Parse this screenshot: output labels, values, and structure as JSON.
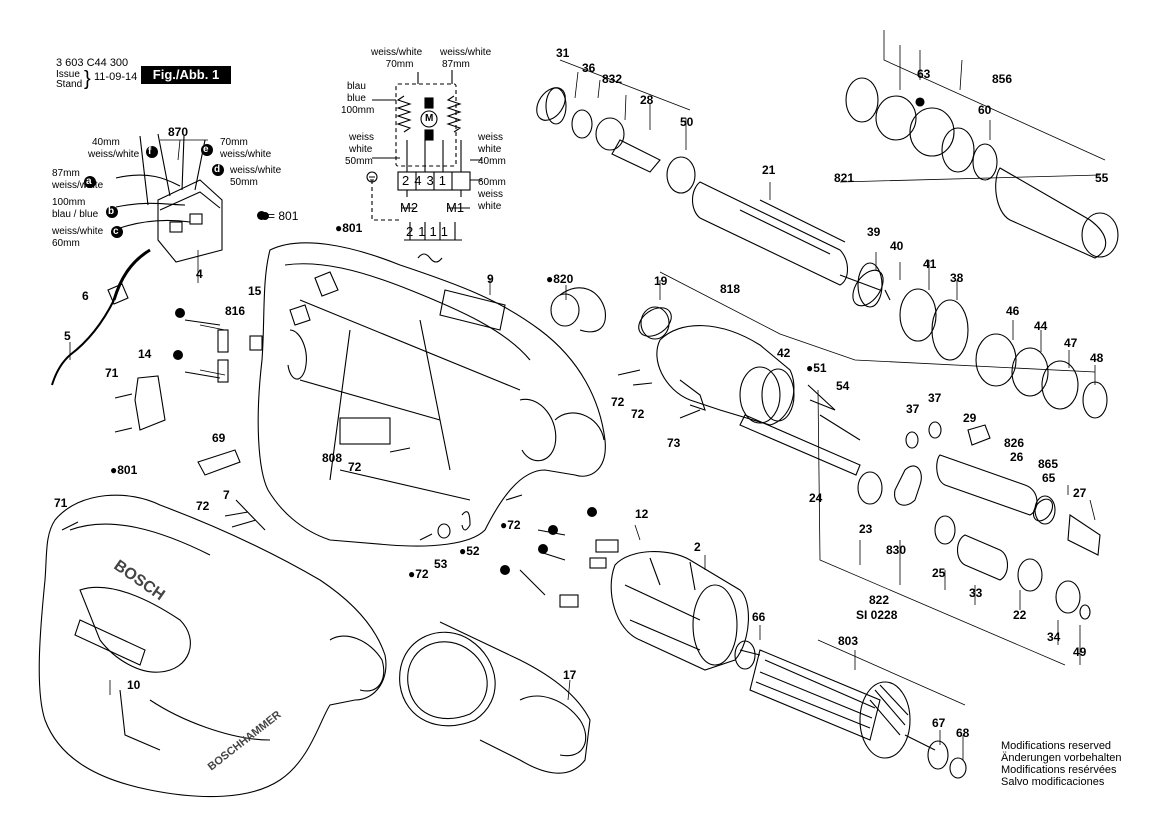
{
  "header": {
    "part_number": "3 603 C44 300",
    "issue_label": "Issue",
    "stand_label": "Stand",
    "date": "11-09-14",
    "figure": "Fig./Abb. 1"
  },
  "legend": {
    "dot_label": "= 801"
  },
  "wiring": {
    "top_left": [
      "weiss/white",
      "70mm"
    ],
    "top_right": [
      "weiss/white",
      "87mm"
    ],
    "left_upper": [
      "blau",
      "blue",
      "100mm"
    ],
    "left_lower": [
      "weiss",
      "white",
      "50mm"
    ],
    "right_upper": [
      "weiss",
      "white",
      "40mm"
    ],
    "right_lower": [
      "60mm",
      "weiss",
      "white"
    ],
    "terminals": [
      "2",
      "4",
      "3",
      "1"
    ],
    "motor_labels": [
      "M2",
      "M1"
    ],
    "switch_labels": [
      "2",
      "1",
      "1",
      "1"
    ],
    "motor_symbol": "M"
  },
  "switch_labels": {
    "l1": [
      "40mm",
      "weiss/white"
    ],
    "l2": [
      "87mm",
      "weiss/white"
    ],
    "l3": [
      "100mm",
      "blau / blue"
    ],
    "l4": [
      "weiss/white",
      "60mm"
    ],
    "r1": [
      "70mm",
      "weiss/white"
    ],
    "r2": [
      "weiss/white",
      "50mm"
    ],
    "letters": [
      "f",
      "e",
      "a",
      "d",
      "b",
      "c"
    ]
  },
  "parts": [
    {
      "id": "p870",
      "label": "870"
    },
    {
      "id": "p4",
      "label": "4"
    },
    {
      "id": "p6",
      "label": "6"
    },
    {
      "id": "p5",
      "label": "5"
    },
    {
      "id": "p801a",
      "label": "801"
    },
    {
      "id": "p801b",
      "label": "801"
    },
    {
      "id": "p816",
      "label": "816"
    },
    {
      "id": "p15",
      "label": "15"
    },
    {
      "id": "p14",
      "label": "14"
    },
    {
      "id": "p71a",
      "label": "71"
    },
    {
      "id": "p71b",
      "label": "71"
    },
    {
      "id": "p69",
      "label": "69"
    },
    {
      "id": "p808",
      "label": "808"
    },
    {
      "id": "p72a",
      "label": "72"
    },
    {
      "id": "p72b",
      "label": "72"
    },
    {
      "id": "p72c",
      "label": "72"
    },
    {
      "id": "p72d",
      "label": "72"
    },
    {
      "id": "p72e",
      "label": "72"
    },
    {
      "id": "p72f",
      "label": "72"
    },
    {
      "id": "p7",
      "label": "7"
    },
    {
      "id": "p9",
      "label": "9"
    },
    {
      "id": "p820",
      "label": "820"
    },
    {
      "id": "p10",
      "label": "10"
    },
    {
      "id": "p17",
      "label": "17"
    },
    {
      "id": "p53",
      "label": "53"
    },
    {
      "id": "p52",
      "label": "52"
    },
    {
      "id": "p12",
      "label": "12"
    },
    {
      "id": "p2",
      "label": "2"
    },
    {
      "id": "p31",
      "label": "31"
    },
    {
      "id": "p36",
      "label": "36"
    },
    {
      "id": "p832",
      "label": "832"
    },
    {
      "id": "p28",
      "label": "28"
    },
    {
      "id": "p50",
      "label": "50"
    },
    {
      "id": "p21",
      "label": "21"
    },
    {
      "id": "p821",
      "label": "821"
    },
    {
      "id": "p63",
      "label": "63"
    },
    {
      "id": "p856",
      "label": "856"
    },
    {
      "id": "p60",
      "label": "60"
    },
    {
      "id": "p55",
      "label": "55"
    },
    {
      "id": "p19",
      "label": "19"
    },
    {
      "id": "p818",
      "label": "818"
    },
    {
      "id": "p42",
      "label": "42"
    },
    {
      "id": "p51",
      "label": "51"
    },
    {
      "id": "p54",
      "label": "54"
    },
    {
      "id": "p73",
      "label": "73"
    },
    {
      "id": "p39",
      "label": "39"
    },
    {
      "id": "p40",
      "label": "40"
    },
    {
      "id": "p41",
      "label": "41"
    },
    {
      "id": "p38",
      "label": "38"
    },
    {
      "id": "p46",
      "label": "46"
    },
    {
      "id": "p44",
      "label": "44"
    },
    {
      "id": "p47",
      "label": "47"
    },
    {
      "id": "p48",
      "label": "48"
    },
    {
      "id": "p37a",
      "label": "37"
    },
    {
      "id": "p37b",
      "label": "37"
    },
    {
      "id": "p29",
      "label": "29"
    },
    {
      "id": "p826",
      "label": "826"
    },
    {
      "id": "p26",
      "label": "26"
    },
    {
      "id": "p865",
      "label": "865"
    },
    {
      "id": "p65",
      "label": "65"
    },
    {
      "id": "p27",
      "label": "27"
    },
    {
      "id": "p24",
      "label": "24"
    },
    {
      "id": "p23",
      "label": "23"
    },
    {
      "id": "p830",
      "label": "830"
    },
    {
      "id": "p25",
      "label": "25"
    },
    {
      "id": "p33",
      "label": "33"
    },
    {
      "id": "p22",
      "label": "22"
    },
    {
      "id": "p34",
      "label": "34"
    },
    {
      "id": "p49",
      "label": "49"
    },
    {
      "id": "p822",
      "label": "822"
    },
    {
      "id": "pSI",
      "label": "SI 0228"
    },
    {
      "id": "p66",
      "label": "66"
    },
    {
      "id": "p803",
      "label": "803"
    },
    {
      "id": "p67",
      "label": "67"
    },
    {
      "id": "p68",
      "label": "68"
    }
  ],
  "brand_text": [
    "BOSCH",
    "BOSCHHAMMER"
  ],
  "notes": [
    "Modifications reserved",
    "Änderungen vorbehalten",
    "Modifications resérvées",
    "Salvo modificaciones"
  ]
}
